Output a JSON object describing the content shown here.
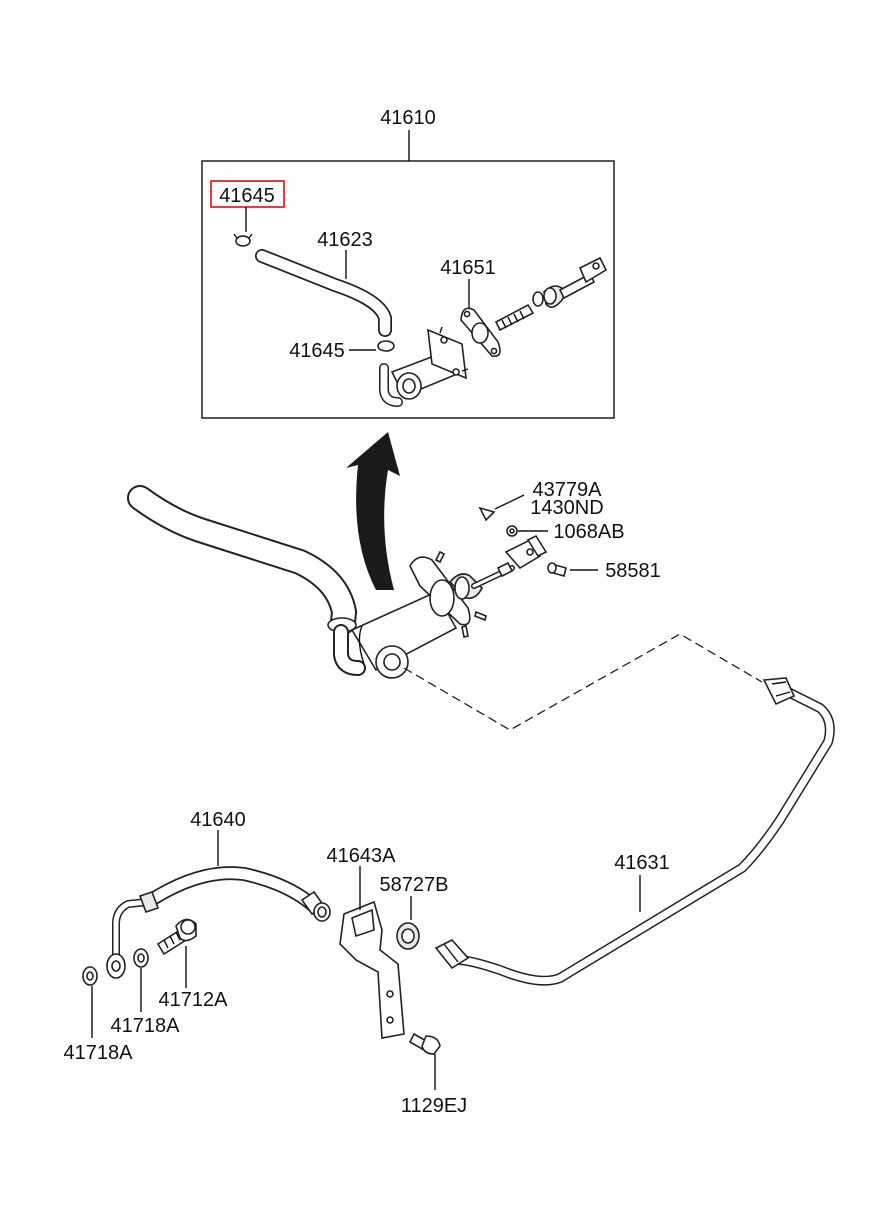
{
  "labels": {
    "assembly": "41610",
    "clamp_highlighted": "41645",
    "hose_upper": "41623",
    "gasket": "41651",
    "clamp_lower": "41645",
    "pin": "43779A",
    "clevis_pin": "1430ND",
    "nut": "1068AB",
    "bolt_58581": "58581",
    "hose_41640": "41640",
    "bracket": "41643A",
    "grommet": "58727B",
    "pipe": "41631",
    "bolt_41712A": "41712A",
    "washer_a": "41718A",
    "washer_b": "41718A",
    "bolt_1129EJ": "1129EJ"
  },
  "colors": {
    "highlight": "#e8262b",
    "line": "#111111",
    "arrow": "#1a1a1a"
  }
}
